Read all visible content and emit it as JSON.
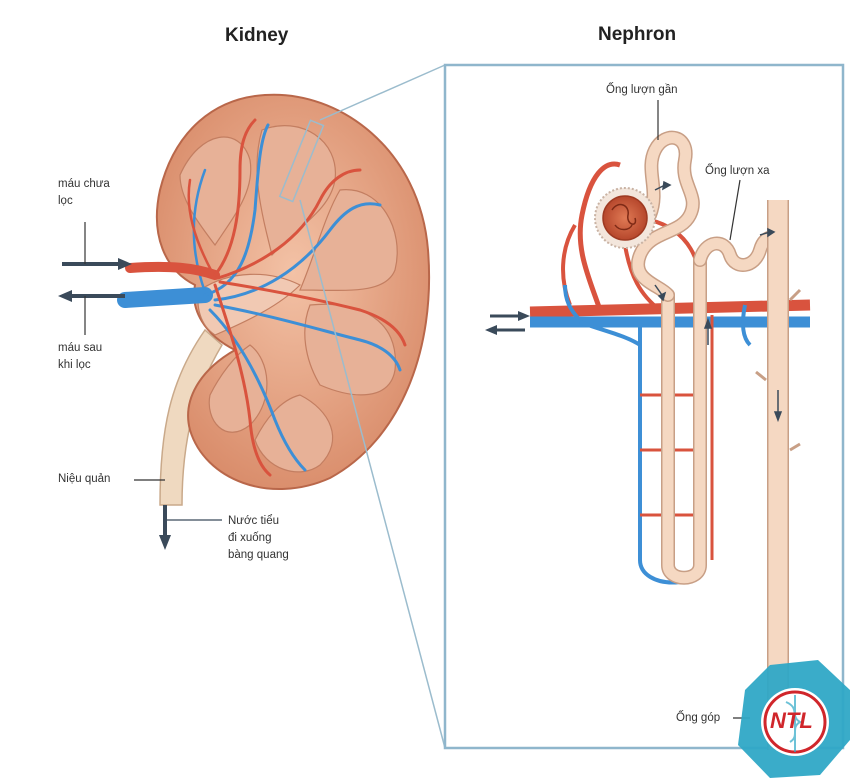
{
  "titles": {
    "kidney": "Kidney",
    "nephron": "Nephron"
  },
  "labels": {
    "unfiltered_blood_1": "máu chưa",
    "unfiltered_blood_2": "lọc",
    "filtered_blood_1": "máu sau",
    "filtered_blood_2": "khi lọc",
    "ureter": "Niệu quản",
    "urine_1": "Nước tiểu",
    "urine_2": "đi xuống",
    "urine_3": "bàng quang",
    "proximal_tubule": "Ống lượn gần",
    "distal_tubule": "Ống lượn xa",
    "collecting_duct": "Ống góp"
  },
  "logo": {
    "text": "NTL"
  },
  "colors": {
    "artery": "#d9533e",
    "vein": "#3d8fd6",
    "tubule": "#f5d8c2",
    "tubule_edge": "#c89f86",
    "kidney_cortex": "#e8a88a",
    "kidney_medulla": "#d98b6a",
    "frame": "#8fb6cc",
    "arrow": "#3a4a5a",
    "logo_teal": "#2fa8c6",
    "logo_red": "#d0262b"
  }
}
